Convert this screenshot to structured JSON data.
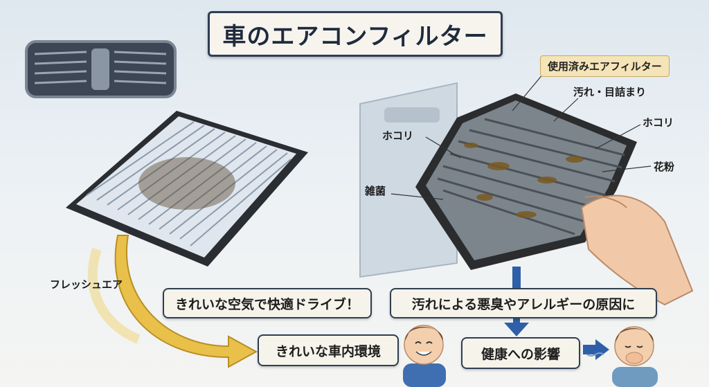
{
  "title": "車のエアコンフィルター",
  "labels": {
    "used_filter": "使用済みエアフィルター",
    "dirt_clog": "汚れ・目詰まり",
    "dust_left": "ホコリ",
    "dust_right": "ホコリ",
    "pollen": "花粉",
    "bacteria": "雑菌",
    "fresh_air": "フレッシュエア"
  },
  "boxes": {
    "clean_drive": "きれいな空気で快適ドライブ！",
    "odor_cause": "汚れによる悪臭やアレルギーの原因に",
    "clean_env": "きれいな車内環境",
    "health": "健康への影響"
  },
  "colors": {
    "navy": "#2d3e55",
    "arrow_yellow": "#e8c04a",
    "arrow_blue": "#2f5fa8"
  }
}
